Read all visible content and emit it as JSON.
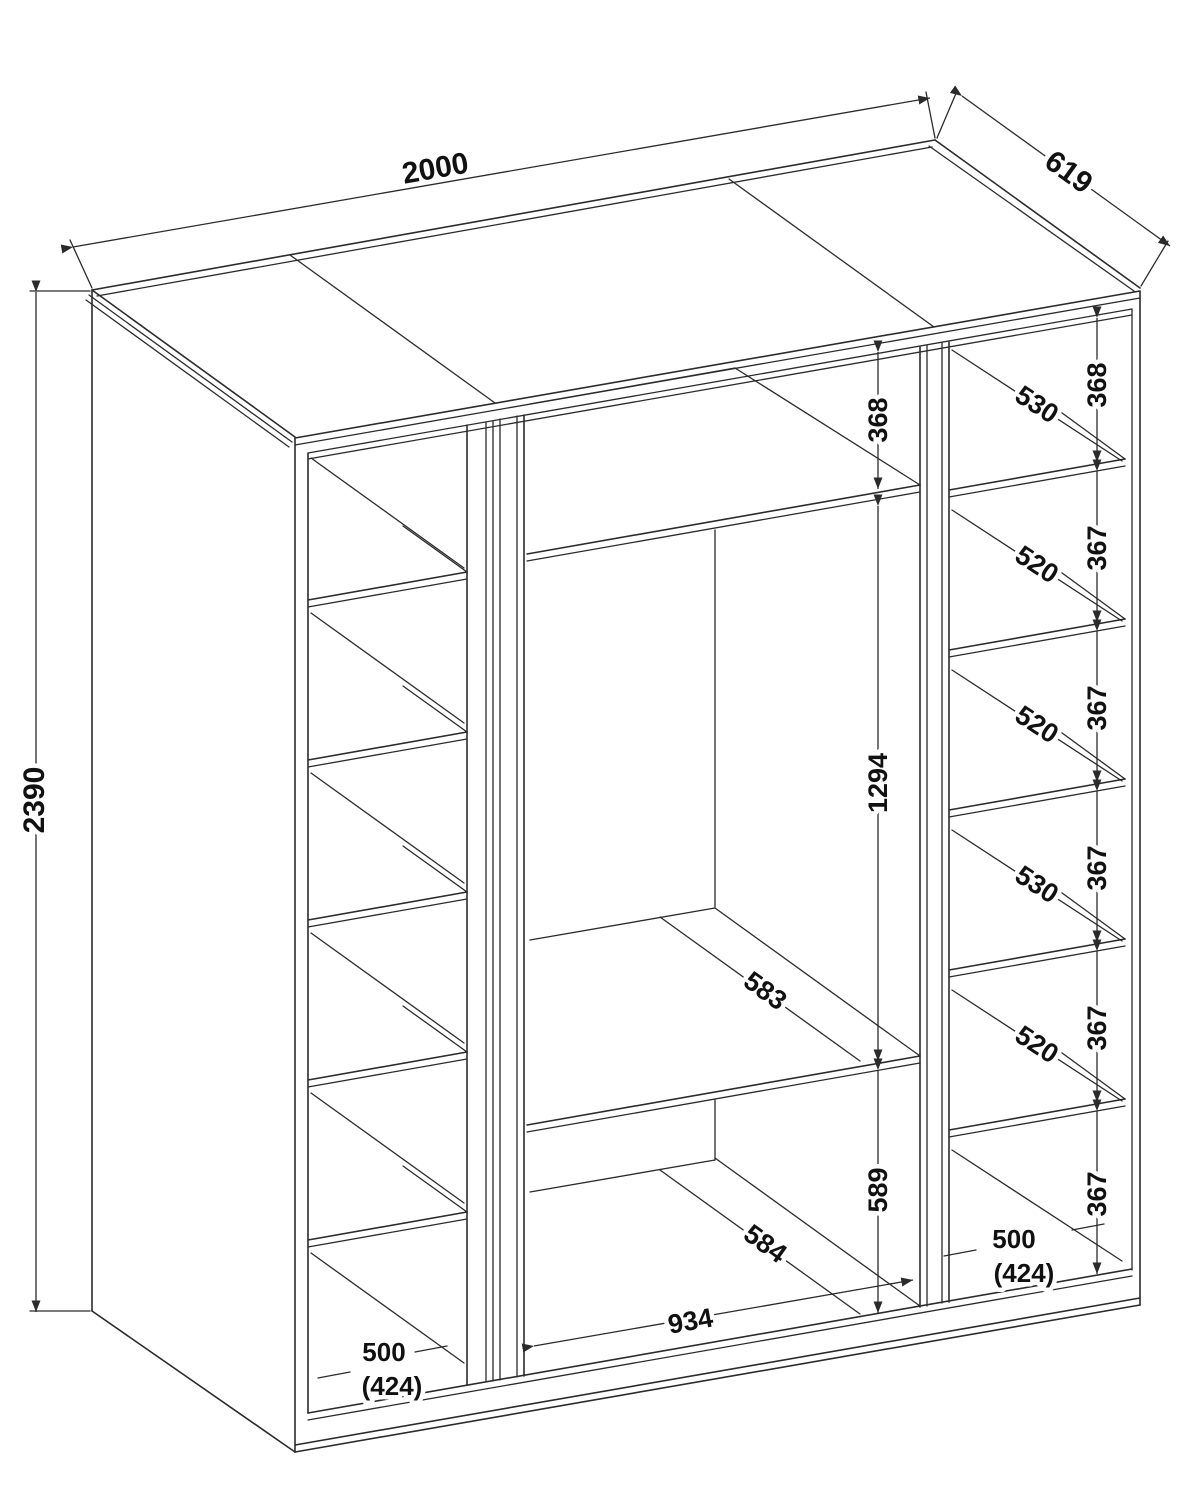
{
  "drawing": {
    "overall": {
      "width": "2000",
      "depth": "619",
      "height": "2390"
    },
    "center_section": {
      "top_compartment_height": "368",
      "middle_compartment_height": "1294",
      "middle_shelf_depth": "583",
      "bottom_compartment_height": "589",
      "bottom_depth": "584",
      "inner_width": "934"
    },
    "right_column": {
      "compartment_heights": [
        "368",
        "367",
        "367",
        "367",
        "367",
        "367"
      ],
      "shelf_depths": [
        "530",
        "520",
        "520",
        "530",
        "520"
      ],
      "bottom_depth": "500",
      "bottom_depth_note": "(424)"
    },
    "left_column": {
      "bottom_depth": "500",
      "bottom_depth_note": "(424)"
    }
  }
}
